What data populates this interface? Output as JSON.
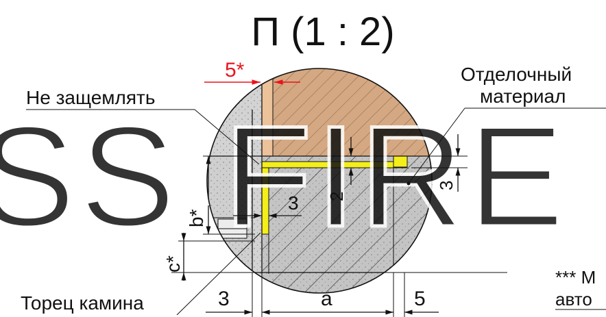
{
  "view_title": "П (1 : 2)",
  "watermark": "SS FIRE",
  "labels": {
    "finishing_material_line1": "Отделочный",
    "finishing_material_line2": "материал",
    "do_not_clamp": "Не защемлять",
    "fireplace_face": "Торец камина",
    "footnote_line1": "*** М",
    "footnote_line2": "авто"
  },
  "dimensions": {
    "gap_top": "5*",
    "dim_3_left_gap": "3",
    "dim_2_vertical": "2",
    "dim_3_right_vertical": "3",
    "dim_b": "b*",
    "dim_c": "c*",
    "dim_3_bottom": "3",
    "dim_a": "a",
    "dim_5_bottom": "5"
  },
  "colors": {
    "highlight_dimension": "#e8141c",
    "seal_yellow": "#f4ee1a",
    "wood_fill": "#d4a882",
    "stone_fill": "#c9c9c9",
    "hatch": "#222222"
  }
}
